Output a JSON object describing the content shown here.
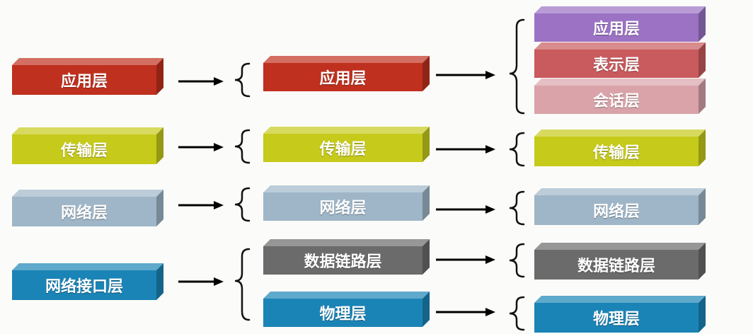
{
  "colors": {
    "application": "#c0301e",
    "transport": "#c6ca1a",
    "network": "#9fb6c8",
    "network_interface": "#1b84b6",
    "data_link": "#6b6b6b",
    "physical": "#1b84b6",
    "application7": "#9b72c4",
    "presentation": "#c95a5d",
    "session": "#d9a3a9",
    "arrow": "#000000"
  },
  "model4": {
    "application": "应用层",
    "transport": "传输层",
    "network": "网络层",
    "network_interface": "网络接口层"
  },
  "model5": {
    "application": "应用层",
    "transport": "传输层",
    "network": "网络层",
    "data_link": "数据链路层",
    "physical": "物理层"
  },
  "model7": {
    "application": "应用层",
    "presentation": "表示层",
    "session": "会话层",
    "transport": "传输层",
    "network": "网络层",
    "data_link": "数据链路层",
    "physical": "物理层"
  }
}
